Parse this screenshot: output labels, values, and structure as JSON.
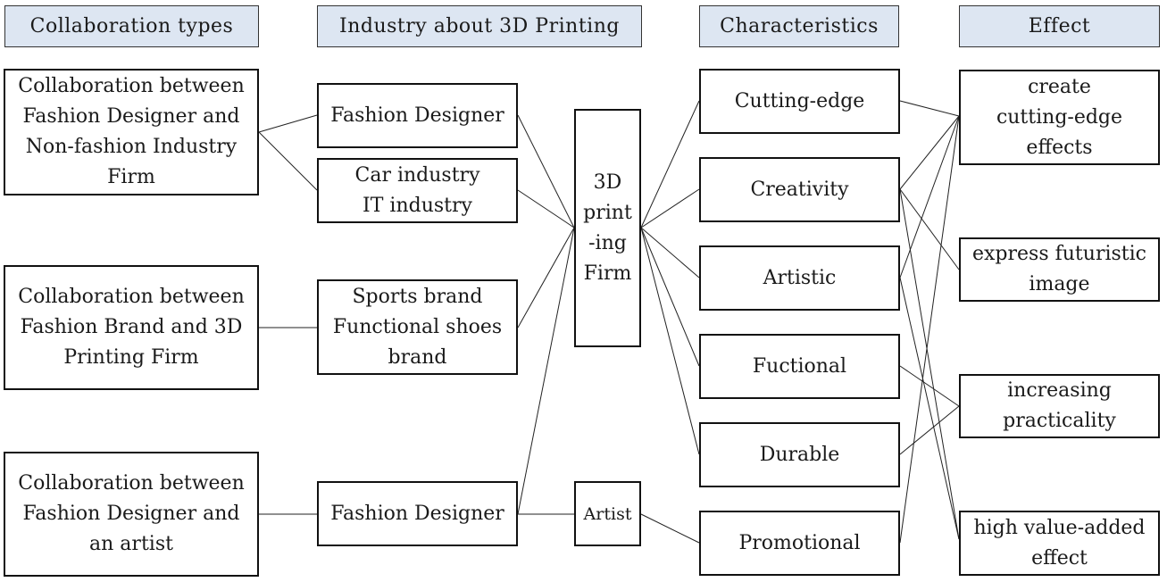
{
  "headers": {
    "collab": "Collaboration types",
    "industry": "Industry about 3D Printing",
    "characteristics": "Characteristics",
    "effect": "Effect"
  },
  "collaboration_types": [
    "Collaboration between\nFashion Designer and\nNon-fashion Industry\nFirm",
    "Collaboration between\nFashion Brand and 3D\nPrinting Firm",
    "Collaboration between\nFashion Designer and\nan artist"
  ],
  "industries": [
    "Fashion Designer",
    "Car industry\nIT industry",
    "Sports brand\nFunctional shoes\nbrand",
    "Fashion Designer"
  ],
  "middle": {
    "printing_firm": "3D\nprint\n-ing\nFirm",
    "artist": "Artist"
  },
  "characteristics": [
    "Cutting-edge",
    "Creativity",
    "Artistic",
    "Fuctional",
    "Durable",
    "Promotional"
  ],
  "effects": [
    "create\ncutting-edge\neffects",
    "express futuristic\nimage",
    "increasing\npracticality",
    "high value-added\neffect"
  ]
}
